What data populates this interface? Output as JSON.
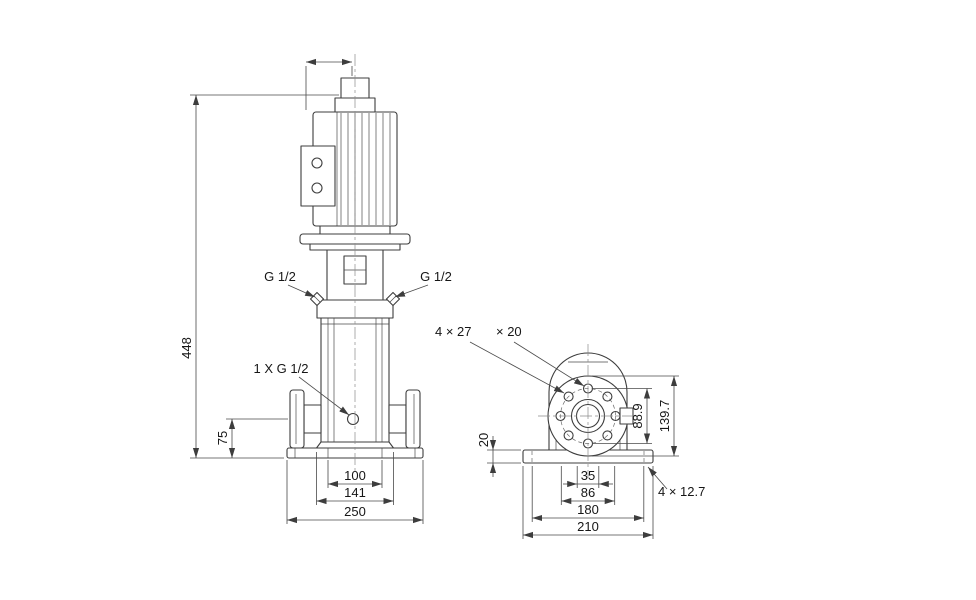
{
  "left_view": {
    "port_label_left": "G 1/2",
    "port_label_right": "G 1/2",
    "drain_port_label": "1 X G 1/2",
    "dim_overall_height": "448",
    "dim_port_centerline_height": "75",
    "dim_base_hole_spacing": "100",
    "dim_base_upper_width": "141",
    "dim_base_width": "250"
  },
  "right_view": {
    "flange_hole_label": "4 × 27",
    "flange_hole_depth_label": "× 20",
    "base_hole_label": "4 × 12.7",
    "dim_base_thickness": "20",
    "dim_bolt_circle": "88.9",
    "dim_flange_diameter": "139.7",
    "dim_bore": "35",
    "dim_hole_span": "86",
    "dim_foot_hole_spacing": "180",
    "dim_base_plate_width": "210"
  }
}
